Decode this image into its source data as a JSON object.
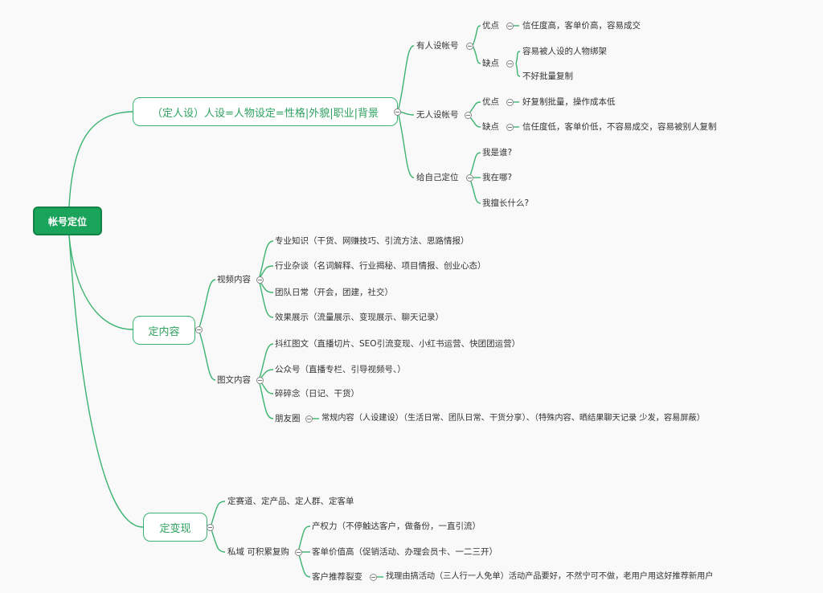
{
  "root": "帐号定位",
  "persona": {
    "label": "（定人设）人设=人物设定=性格|外貌|职业|背景",
    "human": {
      "label": "有人设帐号",
      "pros_label": "优点",
      "pros": "信任度高，客单价高，容易成交",
      "cons_label": "缺点",
      "cons": [
        "容易被人设的人物绑架",
        "不好批量复制"
      ]
    },
    "nonhuman": {
      "label": "无人设帐号",
      "pros_label": "优点",
      "pros": "好复制批量，操作成本低",
      "cons_label": "缺点",
      "cons": "信任度低，客单价低，不容易成交，容易被别人复制"
    },
    "self": {
      "label": "给自己定位",
      "items": [
        "我是谁?",
        "我在哪?",
        "我擅长什么?"
      ]
    }
  },
  "content": {
    "label": "定内容",
    "video": {
      "label": "视频内容",
      "items": [
        "专业知识（干货、网赚技巧、引流方法、思路情报）",
        "行业杂谈（名词解释、行业揭秘、项目情报、创业心态）",
        "团队日常（开会，团建，社交）",
        "效果展示（流量展示、变现展示、聊天记录）"
      ]
    },
    "graphic": {
      "label": "图文内容",
      "items": [
        "抖红图文（直播切片、SEO引流变现、小红书运营、快团团运营）",
        "公众号（直播专栏、引导视频号、）",
        "碎碎念（日记、干货）"
      ],
      "moments_label": "朋友圈",
      "moments": "常规内容（人设建设）（生活日常、团队日常、干货分享）、（特殊内容、晒结果聊天记录 少发，容易屏蔽）"
    }
  },
  "monetize": {
    "label": "定变现",
    "item1": "定赛道、定产品、定人群、定客单",
    "private": {
      "label": "私域 可积累复购",
      "items": [
        "产权力（不停触达客户，做备份，一直引流）",
        "客单价值高（促销活动、办理会员卡、一二三开）"
      ],
      "referral_label": "客户推荐裂变",
      "referral": "找理由搞活动（三人行一人免单）活动产品要好，不然宁可不做，老用户用这好推荐新用户"
    }
  },
  "colors": {
    "line": "#3cb371",
    "root": "#1aa35a"
  }
}
